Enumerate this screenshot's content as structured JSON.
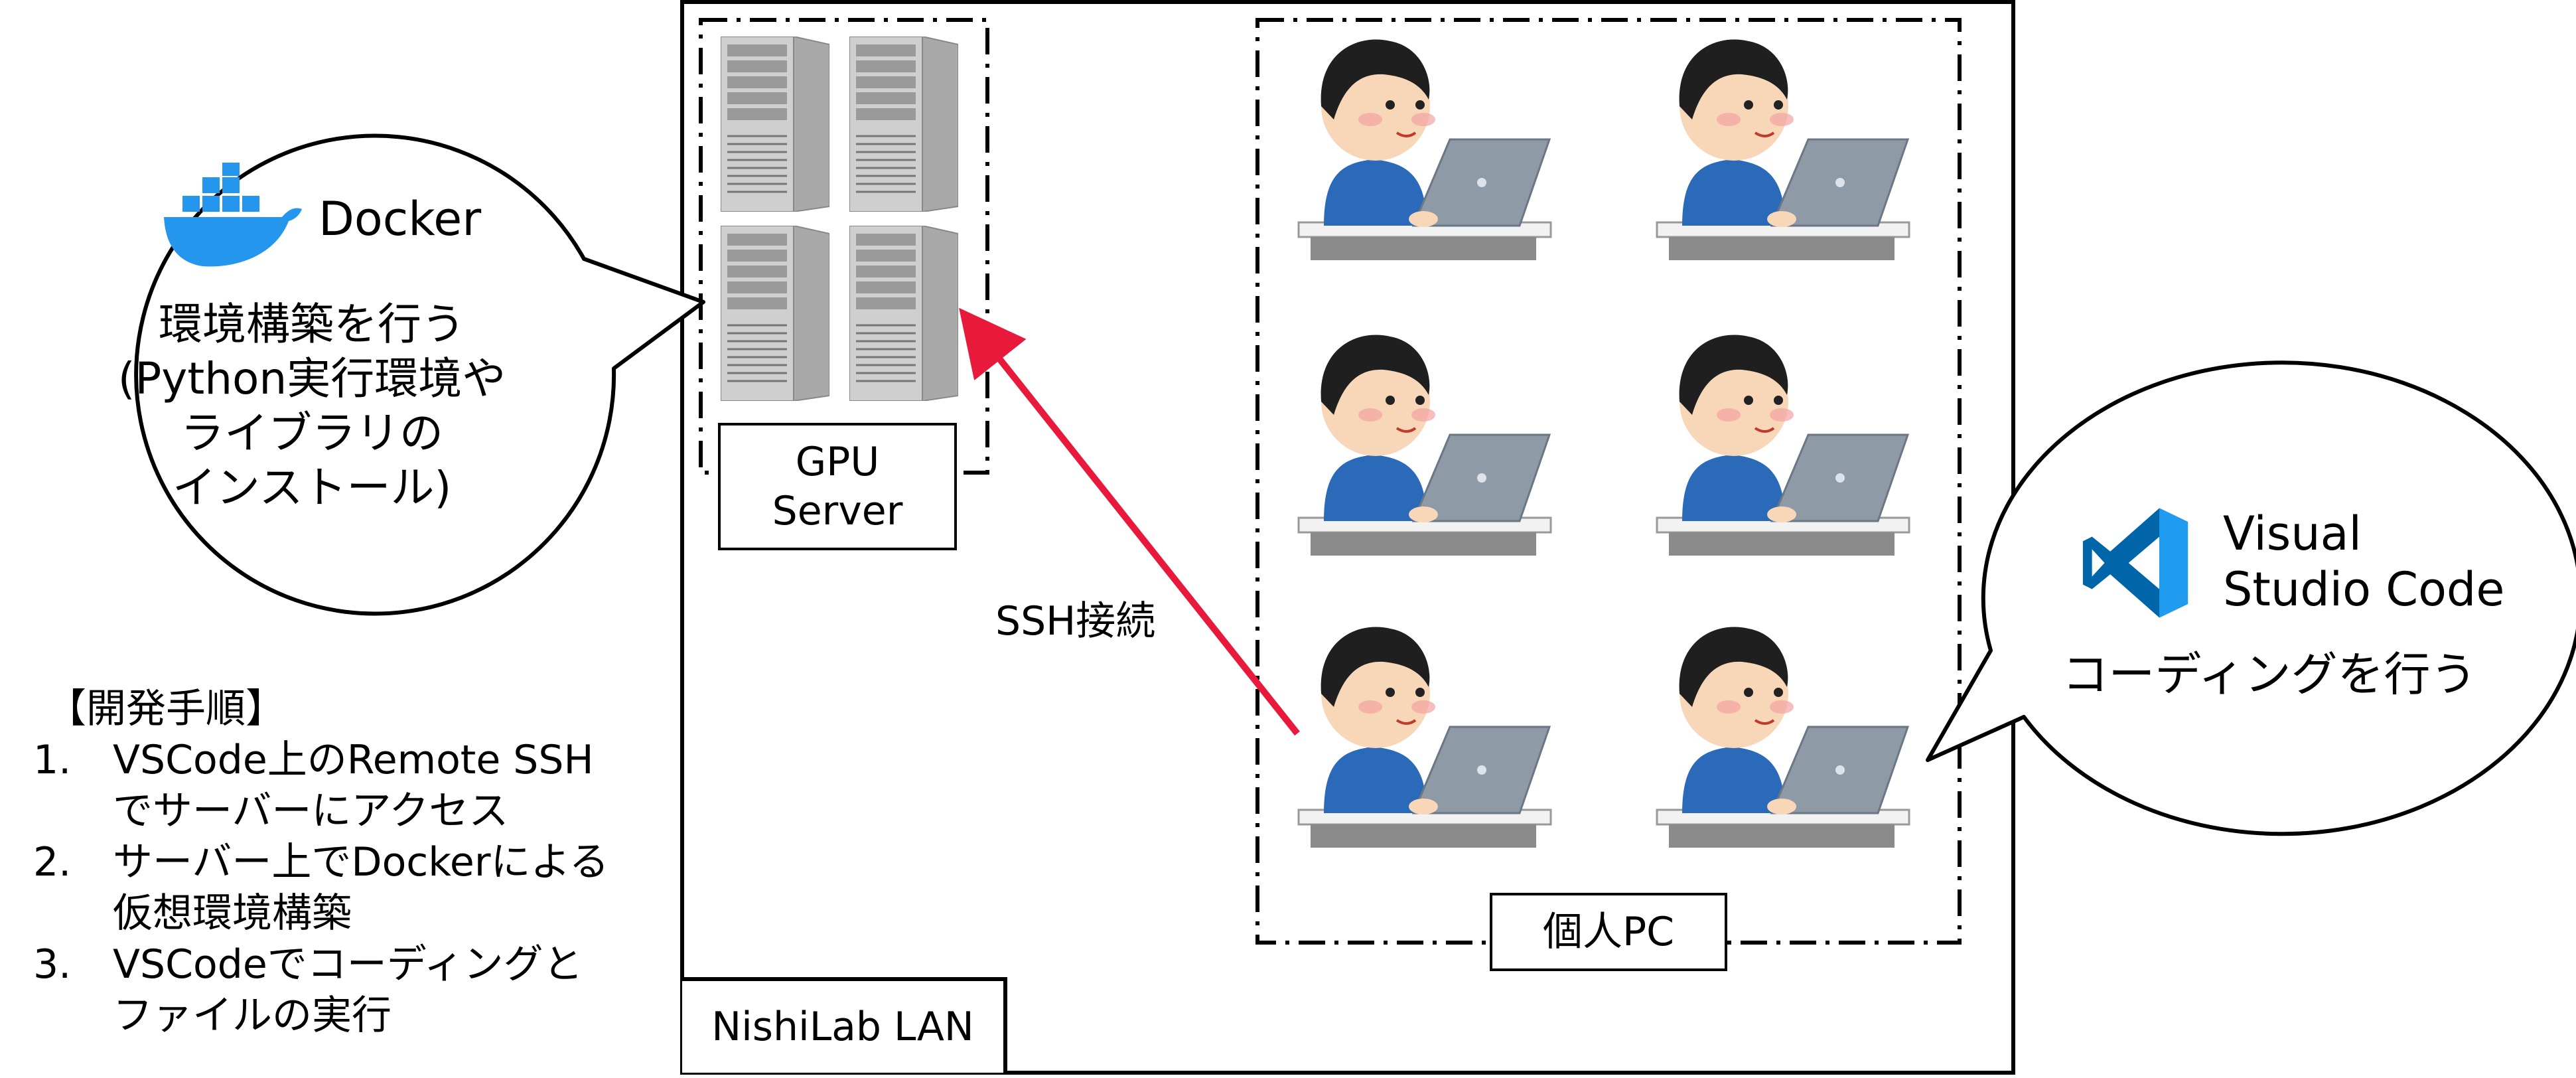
{
  "docker_bubble": {
    "logo_label": "Docker",
    "lines": [
      "環境構築を行う",
      "(Python実行環境や",
      "ライブラリの",
      "インストール)"
    ]
  },
  "vscode_bubble": {
    "logo_line1": "Visual",
    "logo_line2": "Studio Code",
    "text": "コーディングを行う"
  },
  "gpu_server": {
    "line1": "GPU",
    "line2": "Server"
  },
  "pc_group": {
    "label": "個人PC"
  },
  "lan": {
    "label": "NishiLab LAN"
  },
  "connection": {
    "label": "SSH接続"
  },
  "steps": {
    "title": "【開発手順】",
    "items": [
      {
        "num": "1.",
        "text": "VSCode上のRemote SSH\nでサーバーにアクセス"
      },
      {
        "num": "2.",
        "text": "サーバー上でDockerによる\n仮想環境構築"
      },
      {
        "num": "3.",
        "text": "VSCodeでコーディングと\nファイルの実行"
      }
    ]
  },
  "colors": {
    "arrow": "#e8193b",
    "docker_blue": "#2496ed",
    "vscode_blue": "#0065a9",
    "shirt": "#2a6ab8",
    "laptop": "#8e9aa6",
    "server": "#b9b9b9"
  }
}
